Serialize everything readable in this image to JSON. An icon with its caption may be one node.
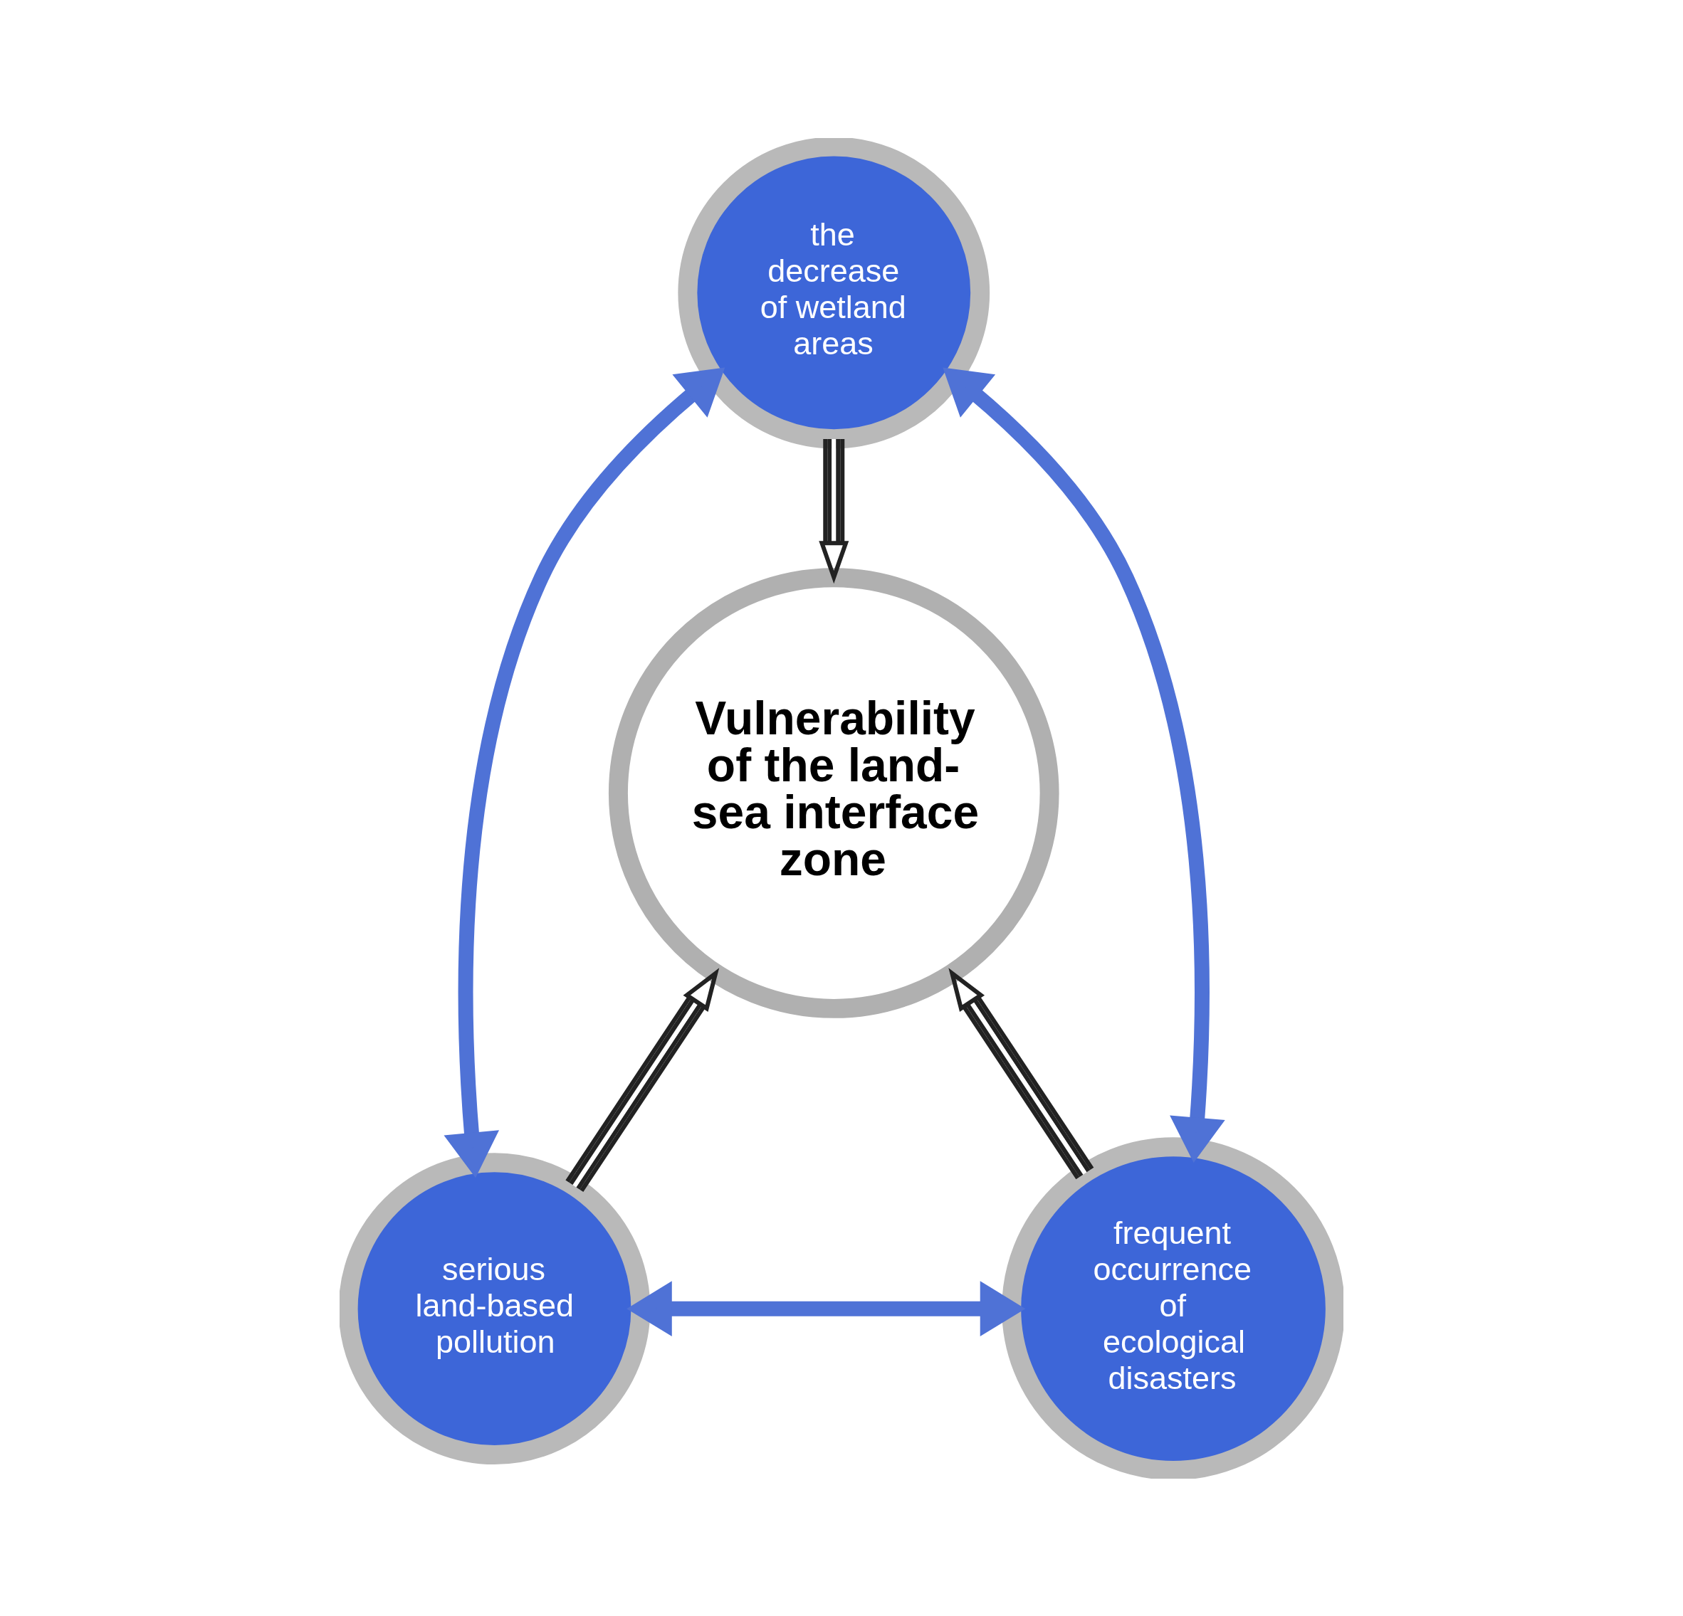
{
  "diagram": {
    "nodes": [
      {
        "text": [
          "the decrease of wetland areas"
        ]
      },
      {
        "text": [
          "Vulnerability of the land-sea interface zone"
        ]
      },
      {
        "text": [
          "serious land-based pollution"
        ]
      },
      {
        "text": [
          "frequent occurrence of ecological disasters"
        ]
      }
    ],
    "edges": [
      {
        "from": 0,
        "to": 2,
        "arrow": "both",
        "style": "thick",
        "color": "#4f72d6"
      },
      {
        "from": 0,
        "to": 1,
        "arrow": "to",
        "color": "#222222"
      },
      {
        "from": 0,
        "to": 3,
        "arrow": "both",
        "style": "thick",
        "color": "#4f72d6"
      },
      {
        "from": 2,
        "to": 1,
        "arrow": "to",
        "color": "#222222"
      },
      {
        "from": 3,
        "to": 1,
        "arrow": "to",
        "color": "#222222"
      },
      {
        "from": 2,
        "to": 3,
        "arrow": "both",
        "style": "thick",
        "color": "#4f72d6"
      }
    ]
  }
}
